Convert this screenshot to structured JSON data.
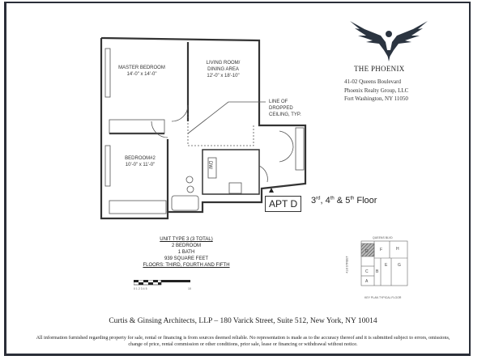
{
  "brand": {
    "name": "THE PHOENIX",
    "address_lines": [
      "41-02 Queens Boulevard",
      "Phoenix Realty Group, LLC",
      "Fort Washington, NY 11050"
    ]
  },
  "plan": {
    "rooms": [
      {
        "name": "MASTER BEDROOM",
        "size": "14'-0\" x 14'-0\""
      },
      {
        "name": "LIVING ROOM/ DINING AREA",
        "size": "12'-0\" x 18'-10\""
      },
      {
        "name": "BEDROOM#2",
        "size": "10'-0\" x 11'-0\""
      }
    ],
    "note": [
      "LINE OF",
      "DROPPED",
      "CEILING, TYP."
    ],
    "dw_label": "DW",
    "apt_label": "APT D",
    "floors": {
      "n1": "3",
      "s1": "rd",
      "n2": "4",
      "s2": "th",
      "n3": "5",
      "s3": "th",
      "suffix": "Floor"
    }
  },
  "unit_info": {
    "title": "UNIT TYPE 3 (3 TOTAL)",
    "lines": [
      "2 BEDROOM",
      "1 BATH",
      "939 SQUARE FEET",
      "FLOORS: THIRD, FOURTH AND FIFTH"
    ]
  },
  "scale_bar": {
    "ticks": "0 1 2 3 4 5",
    "end": "10"
  },
  "key_plan": {
    "street_top": "QUEENS BLVD",
    "street_side": "41st STREET",
    "caption": "KEY PLAN TYPICAL FLOOR",
    "units": [
      "A",
      "B",
      "C",
      "D",
      "E",
      "F",
      "G",
      "H"
    ],
    "highlighted": "D"
  },
  "footer": {
    "architect": "Curtis & Ginsing Architects, LLP – 180 Varick Street, Suite 512, New York, NY 10014",
    "disclaimer": "All information furnished regarding property for sale, rental or financing is from sources deemed reliable. No representation is made as to the accuracy thereof and it is submitted subject to errors, omissions, change of price, rental commission or other conditions, prior sale, lease or financing or withdrawal without notice."
  }
}
